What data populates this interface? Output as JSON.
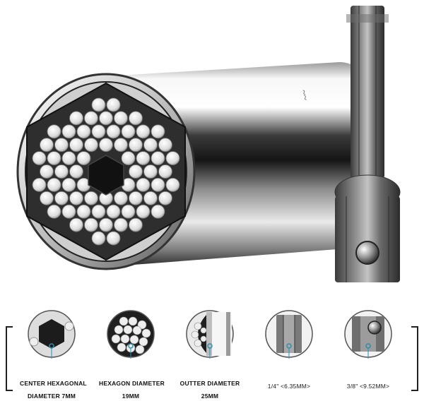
{
  "details": [
    {
      "line1": "CENTER HEXAGONAL",
      "line2": "DIAMETER 7MM",
      "icon": "center-hexagon-icon"
    },
    {
      "line1": "HEXAGON DIAMETER",
      "line2": "19MM",
      "icon": "pin-grid-icon"
    },
    {
      "line1": "OUTTER DIAMETER",
      "line2": "25MM",
      "icon": "socket-side-icon"
    },
    {
      "line1": "1/4\" <6.35MM>",
      "icon": "hex-shank-icon"
    },
    {
      "line1": "3/8\" <9.52MM>",
      "icon": "square-drive-icon"
    }
  ],
  "colors": {
    "chrome_light": "#f4f4f4",
    "chrome_dark": "#1e1e1e",
    "pin": "#e8e8e8",
    "accent_dot": "#2a8fb0"
  }
}
